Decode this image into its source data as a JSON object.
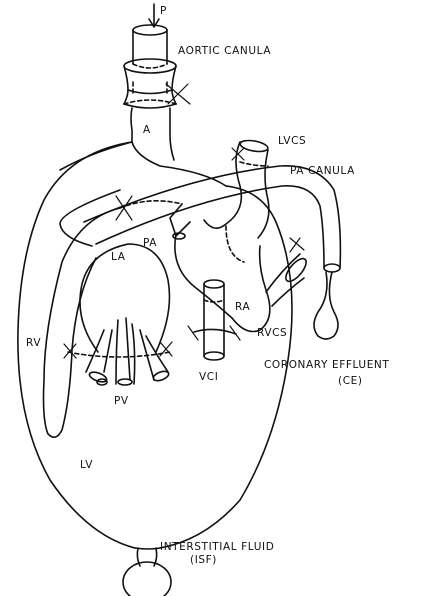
{
  "labels": {
    "p": "P",
    "aortic_canula": "AORTIC CANULA",
    "a": "A",
    "lvcs": "LVCS",
    "pa_canula": "PA CANULA",
    "pa": "PA",
    "la": "LA",
    "ra": "RA",
    "rvcs": "RVCS",
    "rv": "RV",
    "coronary_effluent": "CORONARY EFFLUENT",
    "ce": "(CE)",
    "vci": "VCI",
    "pv": "PV",
    "lv": "LV",
    "interstitial_fluid": "INTERSTITIAL FLUID",
    "isf": "(ISF)"
  }
}
